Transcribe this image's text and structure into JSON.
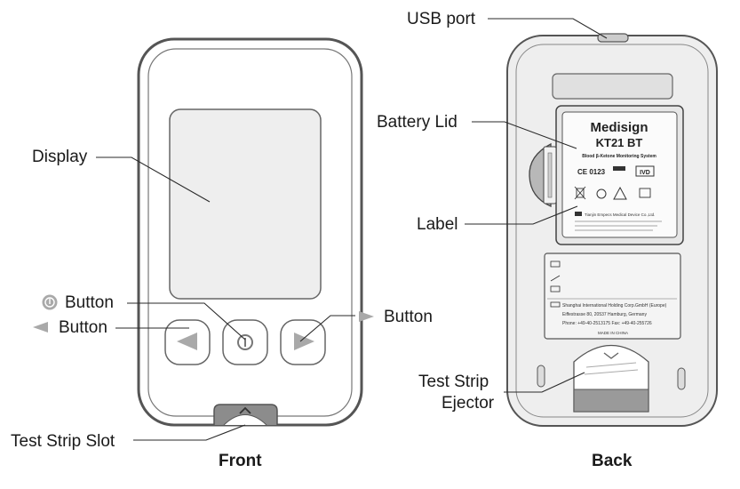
{
  "front": {
    "caption": "Front",
    "labels": {
      "display": "Display",
      "power_button": "Button",
      "left_button": "Button",
      "right_button": "Button",
      "test_strip_slot": "Test Strip Slot"
    }
  },
  "back": {
    "caption": "Back",
    "labels": {
      "usb_port": "USB port",
      "battery_lid": "Battery Lid",
      "label": "Label",
      "ejector_line1": "Test Strip",
      "ejector_line2": "Ejector"
    },
    "device_label": {
      "brand": "Medisign",
      "model": "KT21 BT",
      "system": "Blood β-Ketone Monitoring System",
      "ce_mark": "CE 0123",
      "ivd": "IVD",
      "manufacturer": "Tianjin Empecs Medical Device Co.,Ltd.",
      "rep_name": "Shanghai International Holding Corp.GmbH (Europe)",
      "rep_address": "Eiffestrasse 80, 20537 Hamburg, Germany",
      "rep_phone": "Phone: +49-40-2513175 Fax: +49-40-255726",
      "made_in": "MADE IN CHINA"
    }
  },
  "colors": {
    "device_outline": "#555555",
    "device_body": "#ffffff",
    "back_body": "#eeeeee",
    "arrow_gray": "#a9a9a9",
    "ejector_dark": "#9a9a9a"
  }
}
